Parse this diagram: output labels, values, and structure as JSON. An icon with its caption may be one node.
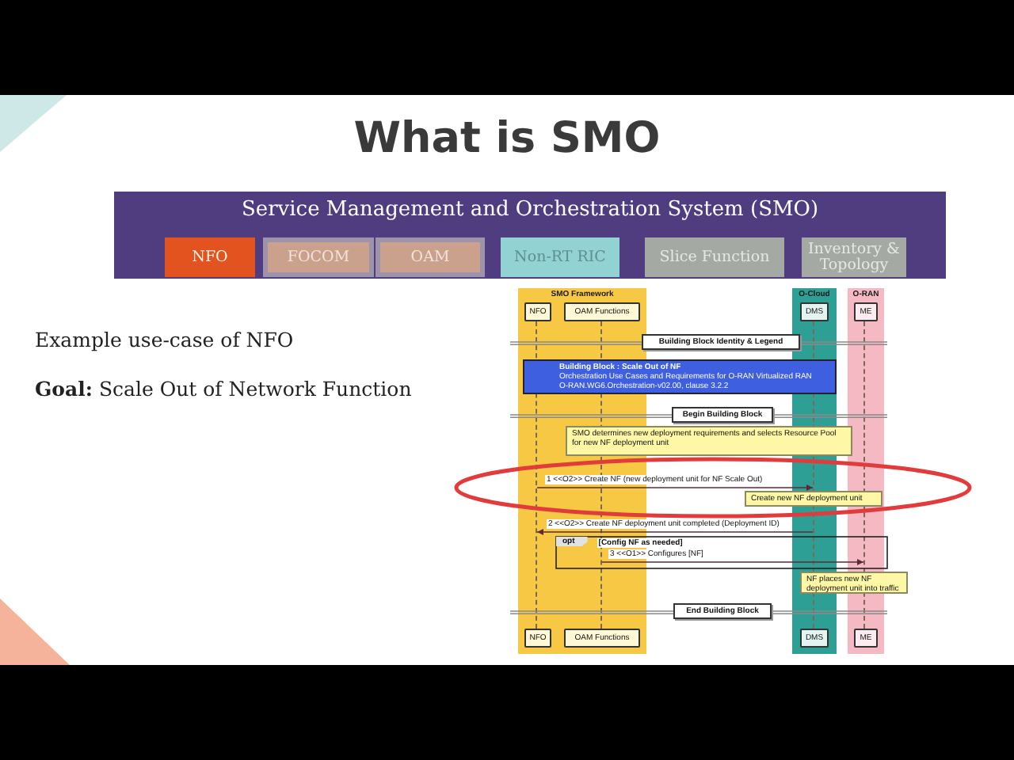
{
  "diagram": {
    "title": "What is SMO",
    "nodes": [
      {
        "text": [
          "Service Management and Orchestration System (SMO)"
        ]
      },
      {
        "text": [
          "NFO"
        ],
        "in": 0
      },
      {
        "text": [
          "FOCOM"
        ],
        "in": 0
      },
      {
        "text": [
          "OAM"
        ],
        "in": 0
      },
      {
        "text": [
          "Non-RT RIC"
        ],
        "in": 0
      },
      {
        "text": [
          "Slice Function"
        ],
        "in": 0
      },
      {
        "text": [
          "Inventory & Topology"
        ],
        "in": 0
      },
      {
        "text": [
          "SMO Framework"
        ]
      },
      {
        "text": [
          "NFO"
        ],
        "in": 7
      },
      {
        "text": [
          "OAM Functions"
        ],
        "in": 7
      },
      {
        "text": [],
        "shape": "line",
        "in": 7
      },
      {
        "text": [],
        "shape": "line",
        "in": 7
      },
      {
        "text": [
          "O-Cloud"
        ]
      },
      {
        "text": [
          "DMS"
        ],
        "in": 12
      },
      {
        "text": [],
        "shape": "line",
        "in": 12
      },
      {
        "text": [
          "O-RAN"
        ]
      },
      {
        "text": [
          "ME"
        ],
        "in": 15
      },
      {
        "text": [],
        "shape": "line",
        "in": 15
      },
      {
        "text": [
          "Building Block Identity & Legend"
        ]
      },
      {
        "text": [
          "Building Block : Scale Out of NF",
          "Orchestration Use Cases and Requirements for O-RAN Virtualized RAN",
          "O-RAN.WG6.Orchestration-v02.00, clause 3.2.2"
        ]
      },
      {
        "text": [
          "Begin Building Block"
        ]
      },
      {
        "text": [
          "SMO determines new deployment requirements and selects Resource Pool for new NF deployment unit"
        ]
      },
      {
        "text": [
          "Create new NF deployment unit"
        ]
      },
      {
        "text": [
          "opt",
          "[Config NF as needed]"
        ]
      },
      {
        "text": [
          "NF places new NF deployment unit into traffic"
        ]
      },
      {
        "text": [
          "End Building Block"
        ]
      },
      {
        "text": [
          "NFO"
        ],
        "in": 7
      },
      {
        "text": [
          "OAM Functions"
        ],
        "in": 7
      },
      {
        "text": [
          "DMS"
        ],
        "in": 12
      },
      {
        "text": [
          "ME"
        ],
        "in": 15
      }
    ],
    "edges": [
      {
        "from": 10,
        "to": 14,
        "arrow": "to",
        "label": "1 <<O2>> Create NF (new deployment unit for NF Scale Out)"
      },
      {
        "from": 14,
        "to": 10,
        "arrow": "to",
        "label": "2 <<O2>> Create NF deployment unit completed (Deployment ID)"
      },
      {
        "from": 11,
        "to": 17,
        "arrow": "to",
        "label": "3 <<O1>> Configures [NF]"
      }
    ],
    "labels": [
      "Example use-case of NFO",
      "**Goal:** Scale Out of Network Function"
    ]
  }
}
